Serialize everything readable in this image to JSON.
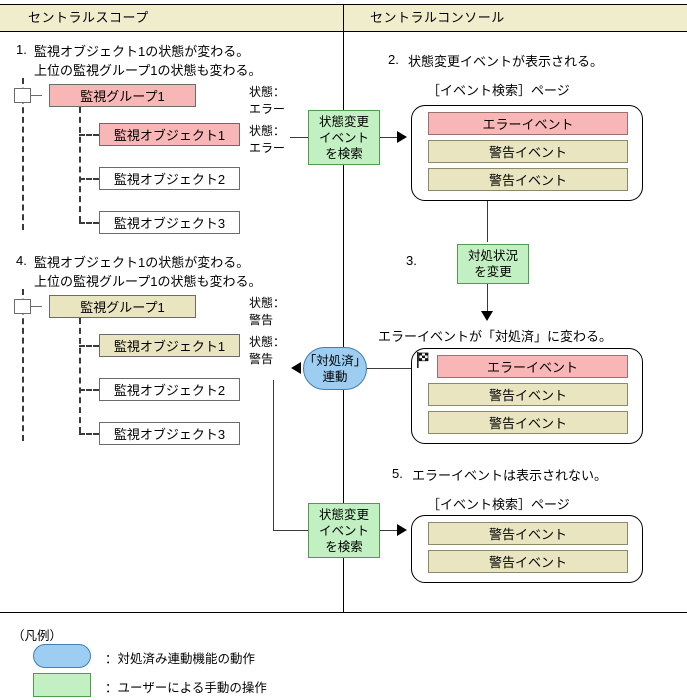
{
  "header": {
    "left_label": "セントラルスコープ",
    "right_label": "セントラルコンソール"
  },
  "steps": {
    "s1": {
      "num": "1.",
      "line1": "監視オブジェクト1の状態が変わる。",
      "line2": "上位の監視グループ1の状態も変わる。"
    },
    "s2": {
      "num": "2.",
      "text": "状態変更イベントが表示される。",
      "page_label": "［イベント検索］ページ"
    },
    "s3": {
      "num": "3.",
      "result_text": "エラーイベントが「対処済」に変わる。"
    },
    "s4": {
      "num": "4.",
      "line1": "監視オブジェクト1の状態が変わる。",
      "line2": "上位の監視グループ1の状態も変わる。"
    },
    "s5": {
      "num": "5.",
      "text": "エラーイベントは表示されない。",
      "page_label": "［イベント検索］ページ"
    }
  },
  "tree_top": {
    "group": "監視グループ1",
    "objects": [
      "監視オブジェクト1",
      "監視オブジェクト2",
      "監視オブジェクト3"
    ],
    "status_group_label": "状態：",
    "status_group_value": "エラー",
    "status_object_label": "状態：",
    "status_object_value": "エラー"
  },
  "tree_bottom": {
    "group": "監視グループ1",
    "objects": [
      "監視オブジェクト1",
      "監視オブジェクト2",
      "監視オブジェクト3"
    ],
    "status_group_label": "状態：",
    "status_group_value": "警告",
    "status_object_label": "状態：",
    "status_object_value": "警告"
  },
  "actions": {
    "search1": [
      "状態変更",
      "イベント",
      "を検索"
    ],
    "change_status": [
      "対処状況",
      "を変更"
    ],
    "interlock": [
      "「対処済」",
      "連動"
    ],
    "search2": [
      "状態変更",
      "イベント",
      "を検索"
    ]
  },
  "event_panel_1": {
    "events": [
      {
        "label": "エラーイベント",
        "kind": "error"
      },
      {
        "label": "警告イベント",
        "kind": "warning"
      },
      {
        "label": "警告イベント",
        "kind": "warning"
      }
    ]
  },
  "event_panel_2": {
    "flag_icon": "checkered-flag-icon",
    "events": [
      {
        "label": "エラーイベント",
        "kind": "error"
      },
      {
        "label": "警告イベント",
        "kind": "warning"
      },
      {
        "label": "警告イベント",
        "kind": "warning"
      }
    ]
  },
  "event_panel_3": {
    "events": [
      {
        "label": "警告イベント",
        "kind": "warning"
      },
      {
        "label": "警告イベント",
        "kind": "warning"
      }
    ]
  },
  "legend": {
    "title": "（凡例）",
    "items": [
      {
        "shape": "rounded-blue",
        "text": "：対処済み連動機能の動作"
      },
      {
        "shape": "rect-green",
        "text": "：ユーザーによる手動の操作"
      }
    ]
  },
  "colors": {
    "header_band": "#efedcb",
    "error": "#f8b6b6",
    "warning": "#e8e5c0",
    "action_green": "#c2f0c2",
    "action_blue": "#9dcdf0"
  }
}
